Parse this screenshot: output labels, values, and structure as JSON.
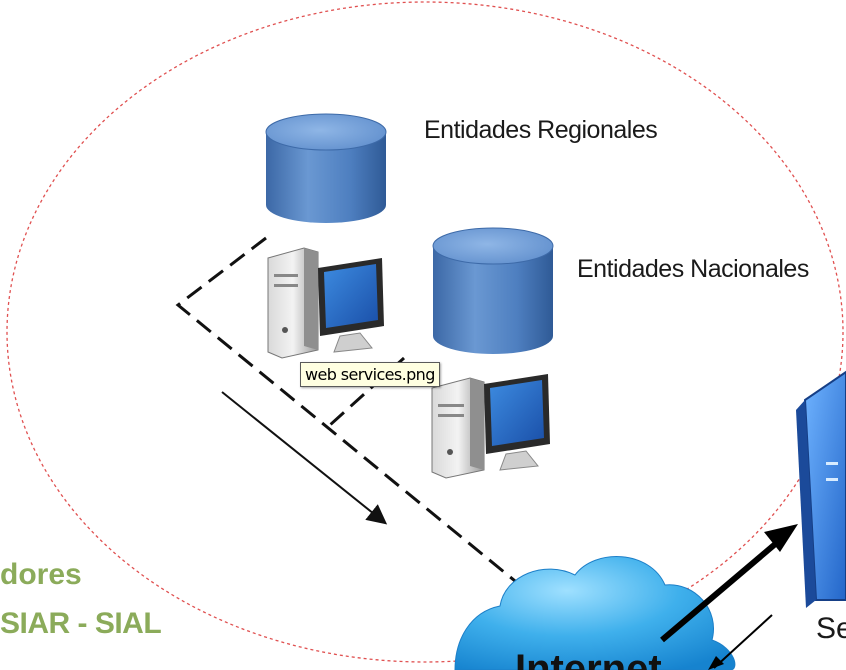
{
  "labels": {
    "entidades_regionales": "Entidades Regionales",
    "entidades_nacionales": "Entidades Nacionales",
    "left_text_1": "dores",
    "left_text_2": "SIAR - SIAL",
    "server_label": "Se",
    "tooltip": "web services.png"
  },
  "icons": [
    "database-icon",
    "desktop-computer-icon",
    "cloud-icon",
    "server-icon"
  ],
  "colors": {
    "ellipse_border": "#e05050",
    "database_blue": "#4a79b8",
    "cloud_blue": "#3aa6e2",
    "server_blue": "#1f5cb8",
    "left_text": "#8bab5a"
  }
}
